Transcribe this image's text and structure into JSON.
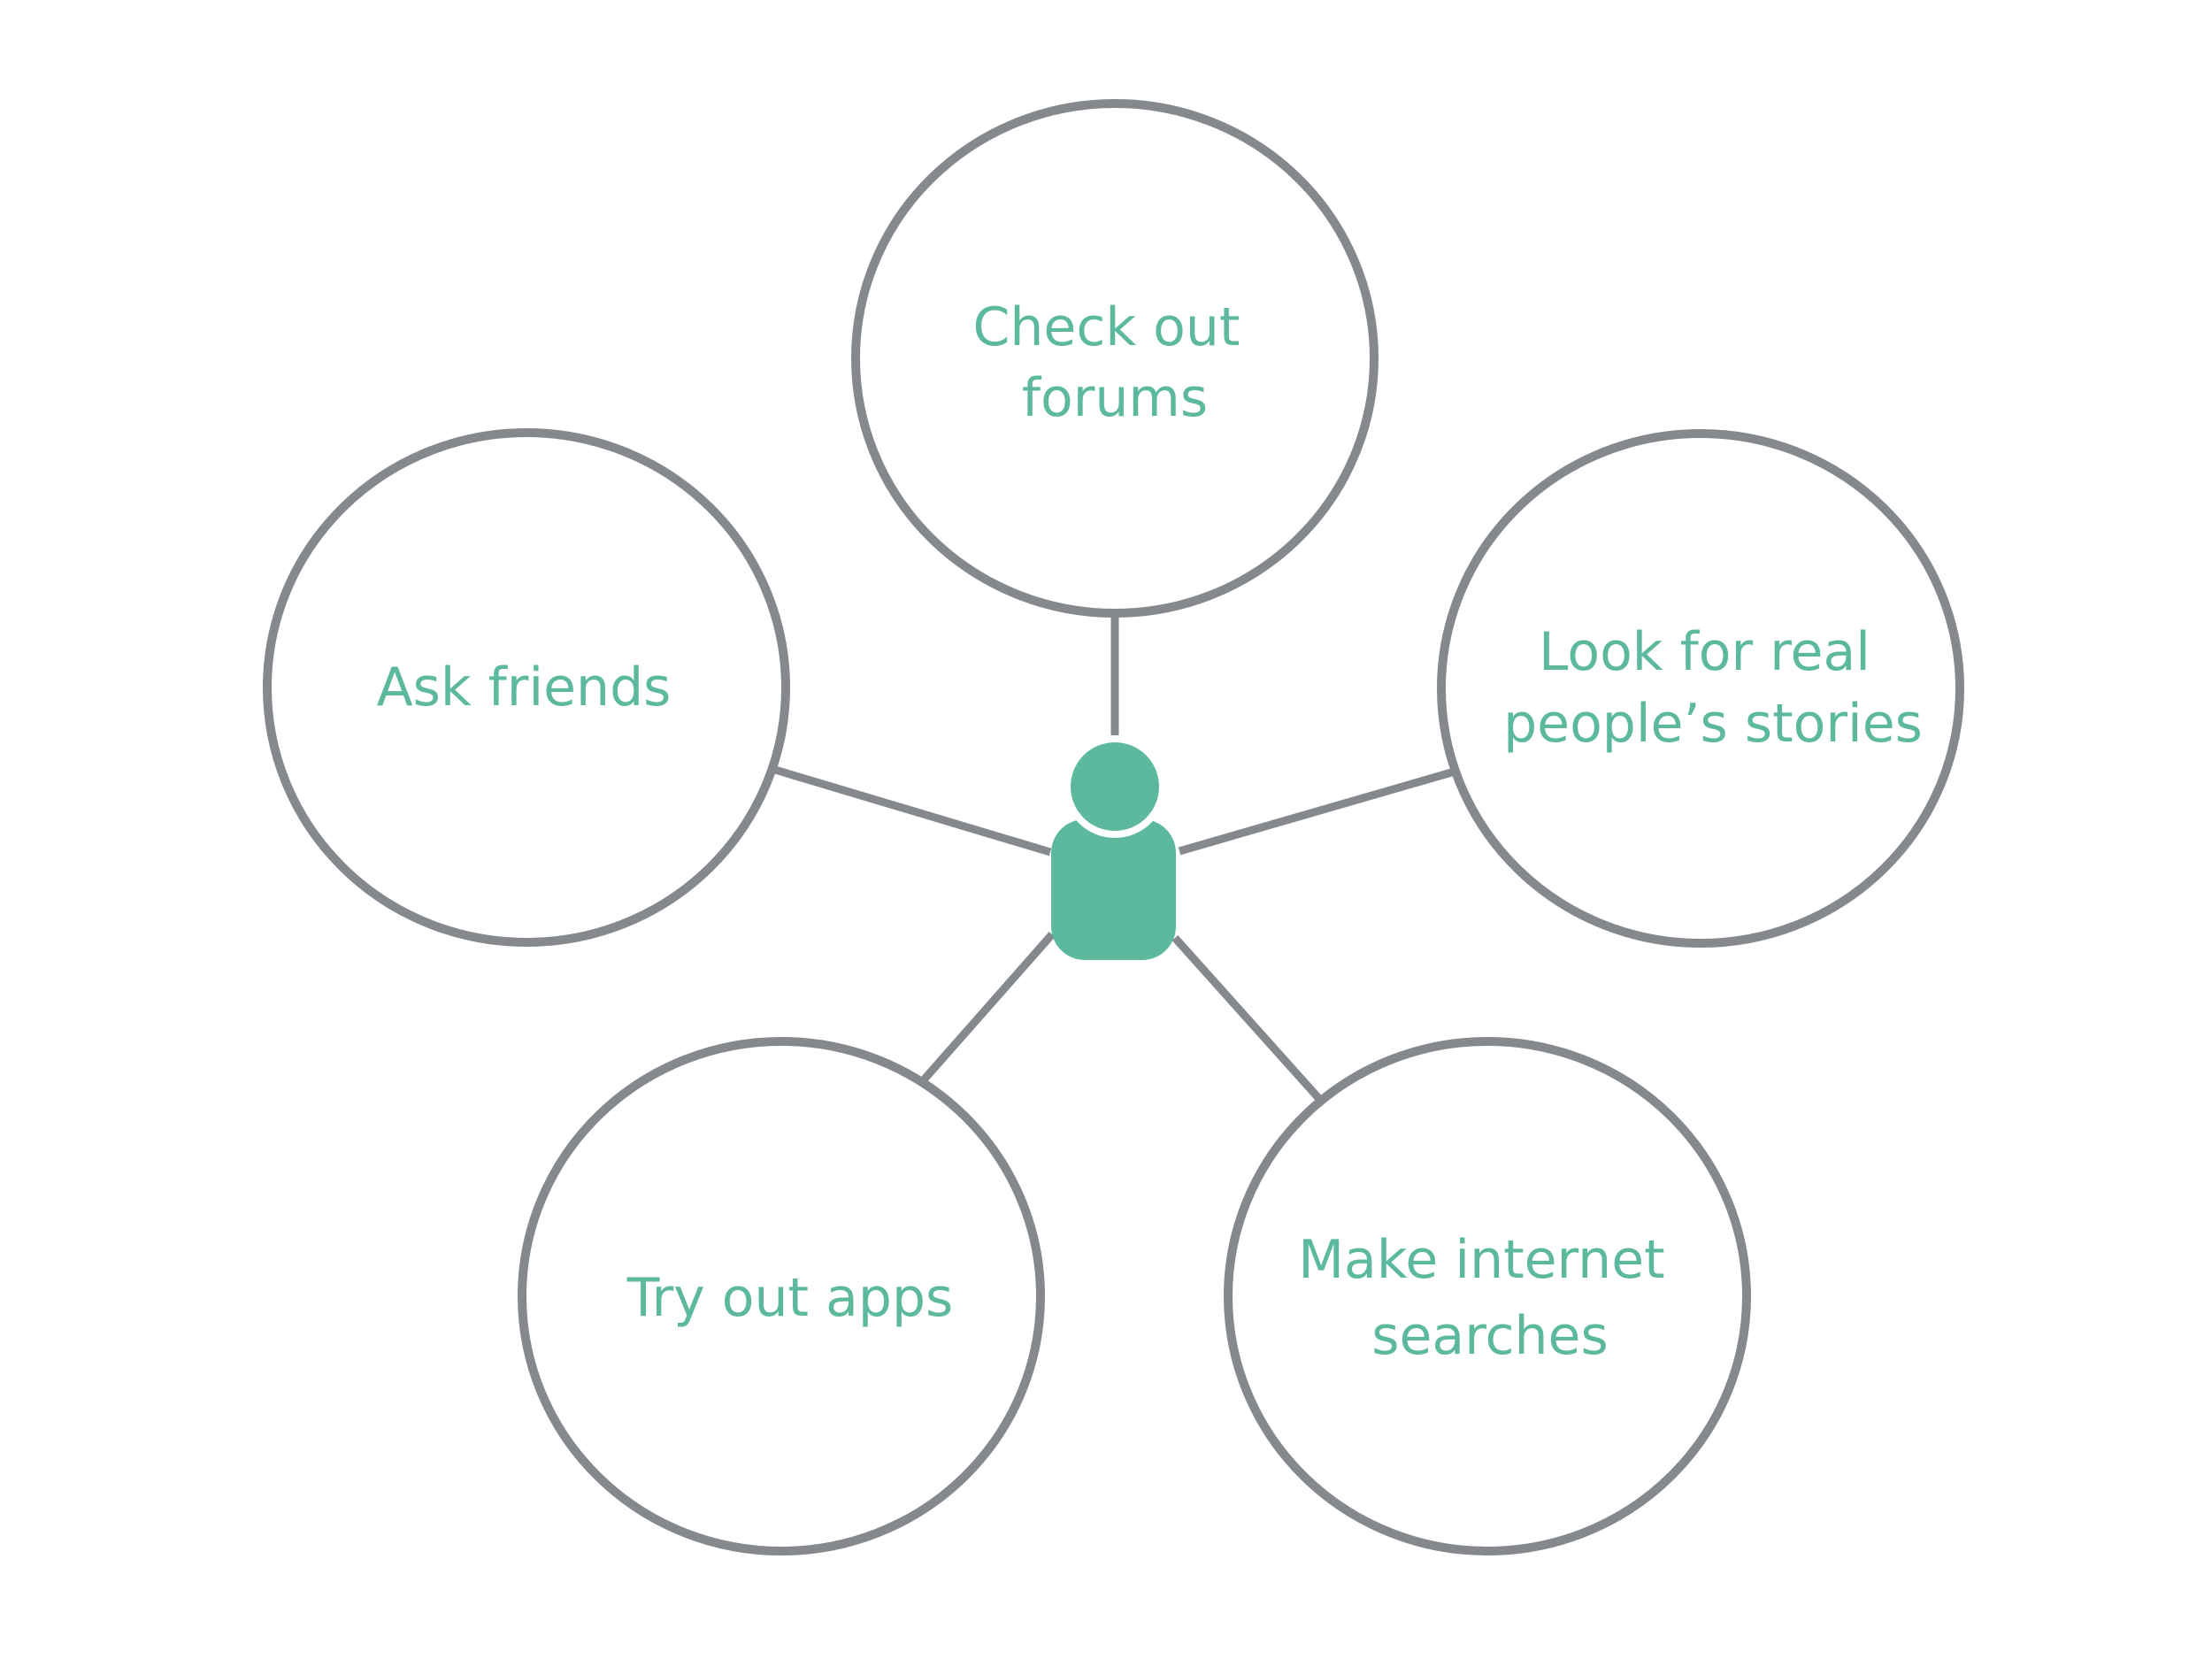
{
  "diagram": {
    "colors": {
      "accent": "#5cb99e",
      "outline": "#85888c",
      "background": "#ffffff"
    },
    "center_icon": "person-icon",
    "nodes": [
      {
        "id": "check-out-forums",
        "lines": [
          "Check out",
          "forums"
        ]
      },
      {
        "id": "look-for-real-peoples-stories",
        "lines": [
          "Look for real",
          "people’s stories"
        ]
      },
      {
        "id": "make-internet-searches",
        "lines": [
          "Make internet",
          "searches"
        ]
      },
      {
        "id": "try-out-apps",
        "lines": [
          "Try out apps"
        ]
      },
      {
        "id": "ask-friends",
        "lines": [
          "Ask friends"
        ]
      }
    ]
  }
}
